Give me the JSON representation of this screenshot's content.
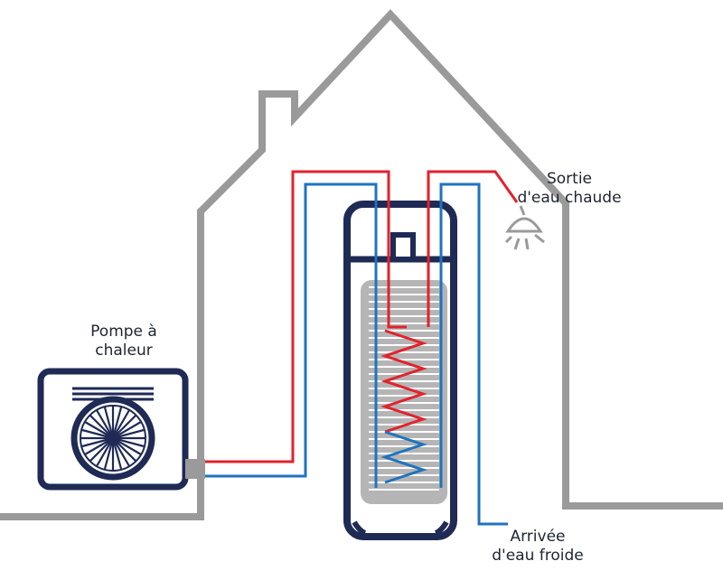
{
  "labels": {
    "heat_pump": {
      "line1": "Pompe à",
      "line2": "chaleur"
    },
    "hot_water_outlet": {
      "line1": "Sortie",
      "line2": "d'eau chaude"
    },
    "cold_water_inlet": {
      "line1": "Arrivée",
      "line2": "d'eau froide"
    }
  },
  "colors": {
    "house_outline": "#9a9a9a",
    "tank_outline": "#1f2a55",
    "tank_inner": "#b5b5b5",
    "hot_pipe": "#e3212b",
    "cold_pipe": "#1f73c0",
    "heat_pump_body": "#1f2a55",
    "shower": "#9a9a9a"
  }
}
